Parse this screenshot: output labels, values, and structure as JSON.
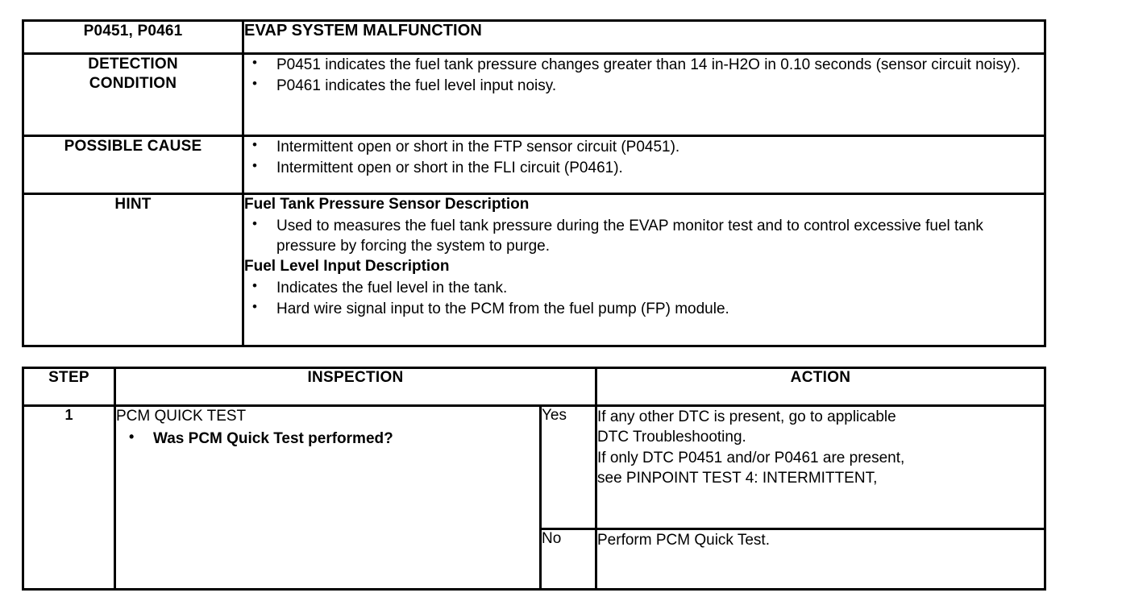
{
  "dtc_table": {
    "title_row": {
      "code_label": "P0451, P0461",
      "title": "EVAP SYSTEM MALFUNCTION"
    },
    "rows": [
      {
        "label": "DETECTION CONDITION",
        "label_line1": "DETECTION",
        "label_line2": "CONDITION",
        "bullets": [
          "P0451 indicates the fuel tank pressure changes greater than 14 in-H2O in 0.10 seconds (sensor circuit noisy).",
          "P0461 indicates the fuel level input noisy."
        ]
      },
      {
        "label": "POSSIBLE CAUSE",
        "bullets": [
          "Intermittent open or short in the FTP sensor circuit (P0451).",
          "Intermittent open or short in the FLI circuit (P0461)."
        ]
      },
      {
        "label": "HINT",
        "sections": [
          {
            "heading": "Fuel Tank Pressure Sensor Description",
            "bullets": [
              "Used to measures the fuel tank pressure during the EVAP monitor test and to control excessive fuel tank pressure by forcing the system to purge."
            ]
          },
          {
            "heading": "Fuel Level Input Description",
            "bullets": [
              "Indicates the fuel level in the tank.",
              "Hard wire signal input to the PCM from the fuel pump (FP) module."
            ]
          }
        ]
      }
    ]
  },
  "test_table": {
    "headers": {
      "step": "STEP",
      "inspection": "INSPECTION",
      "action": "ACTION"
    },
    "steps": [
      {
        "number": "1",
        "inspection_title": "PCM QUICK TEST",
        "inspection_bullets": [
          "Was PCM Quick Test performed?"
        ],
        "outcomes": [
          {
            "answer": "Yes",
            "action_lines": [
              "If any other DTC is present, go to applicable",
              "DTC Troubleshooting.",
              "If only DTC P0451 and/or P0461 are present,",
              "see PINPOINT TEST 4: INTERMITTENT,"
            ]
          },
          {
            "answer": "No",
            "action_lines": [
              "Perform PCM Quick Test."
            ]
          }
        ]
      }
    ]
  }
}
